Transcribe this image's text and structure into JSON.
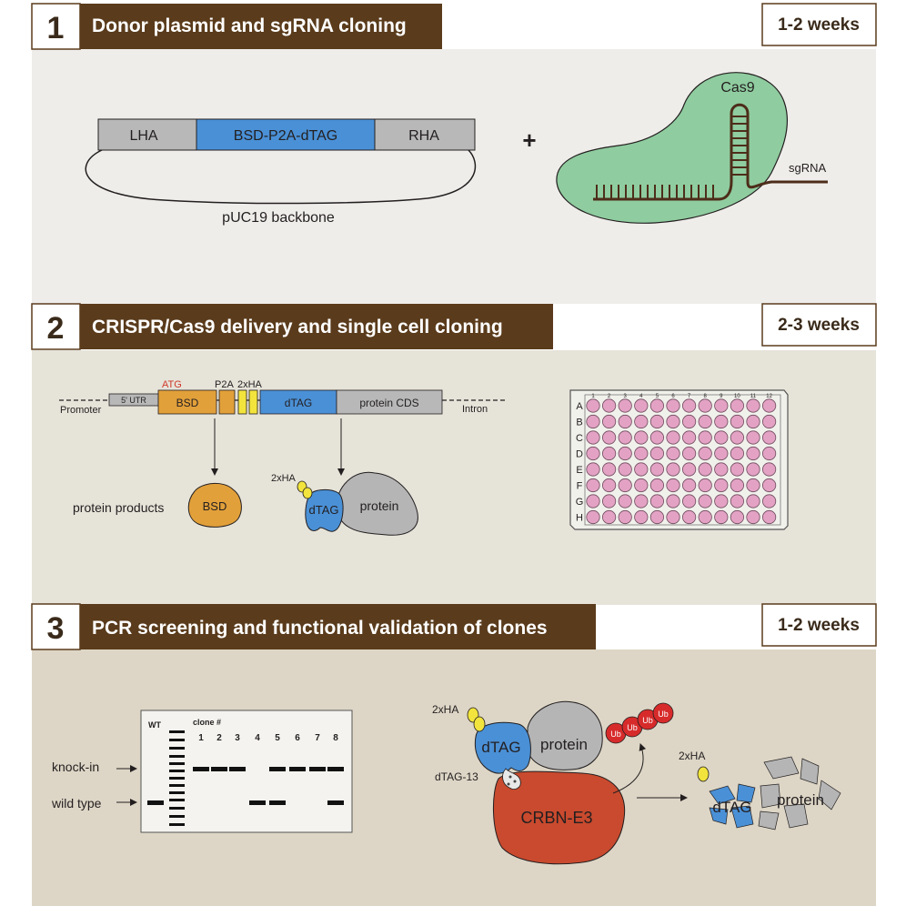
{
  "steps": [
    {
      "number": "1",
      "title": "Donor plasmid and sgRNA cloning",
      "duration": "1-2 weeks"
    },
    {
      "number": "2",
      "title": "CRISPR/Cas9 delivery and single cell cloning",
      "duration": "2-3 weeks"
    },
    {
      "number": "3",
      "title": "PCR screening and functional validation of clones",
      "duration": "1-2 weeks"
    }
  ],
  "panel1": {
    "lha": "LHA",
    "cassette": "BSD-P2A-dTAG",
    "rha": "RHA",
    "backbone": "pUC19 backbone",
    "plus": "+",
    "cas9": "Cas9",
    "sgrna": "sgRNA"
  },
  "panel2": {
    "atg": "ATG",
    "p2a": "P2A",
    "ha": "2xHA",
    "utr": "5' UTR",
    "bsd": "BSD",
    "dtag": "dTAG",
    "cds": "protein CDS",
    "promoter": "Promoter",
    "intron": "Intron",
    "products": "protein products",
    "prod_bsd": "BSD",
    "prod_ha": "2xHA",
    "prod_dtag": "dTAG",
    "prod_protein": "protein",
    "plate_cols": [
      "1",
      "2",
      "3",
      "4",
      "5",
      "6",
      "7",
      "8",
      "9",
      "10",
      "11",
      "12"
    ],
    "plate_rows": [
      "A",
      "B",
      "C",
      "D",
      "E",
      "F",
      "G",
      "H"
    ]
  },
  "panel3": {
    "wt": "WT",
    "clone": "clone #",
    "lanes": [
      "1",
      "2",
      "3",
      "4",
      "5",
      "6",
      "7",
      "8"
    ],
    "knockin": "knock-in",
    "wildtype": "wild type",
    "ha": "2xHA",
    "dtag": "dTAG",
    "protein": "protein",
    "ub": [
      "Ub",
      "Ub",
      "Ub",
      "Ub"
    ],
    "dtag13": "dTAG-13",
    "crbn": "CRBN-E3",
    "ha2": "2xHA",
    "dtag_deg": "dTAG",
    "protein_deg": "protein"
  },
  "colors": {
    "header": "#5a3b1b",
    "panel1": "#efedea",
    "panel2": "#e6e3d9",
    "panel3": "#ddd6c6",
    "blue": "#4a90d6",
    "orange": "#e2a03a",
    "yellow": "#f2e43c",
    "grey": "#b5b5b5",
    "green": "#8fcc9f",
    "pink": "#e3a2c4",
    "red": "#c94a2e",
    "ubred": "#d72b2b"
  }
}
